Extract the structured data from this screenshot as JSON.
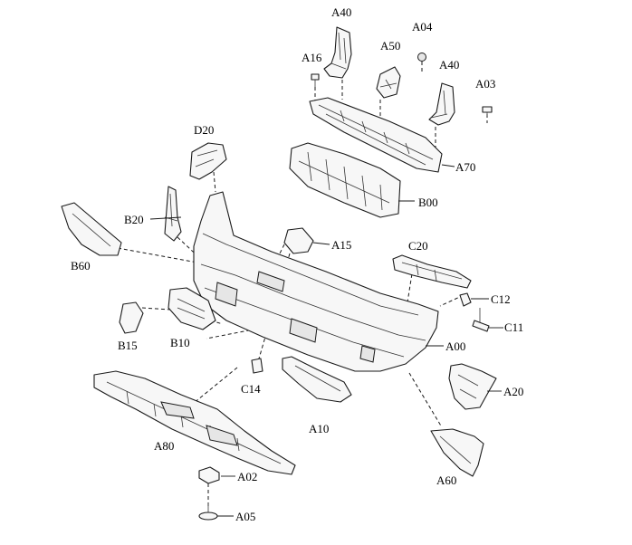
{
  "labels": {
    "A40_top": "A40",
    "A04": "A04",
    "A16": "A16",
    "A50": "A50",
    "A40_right": "A40",
    "A03": "A03",
    "D20": "D20",
    "A70": "A70",
    "B00": "B00",
    "B20": "B20",
    "B60": "B60",
    "A15": "A15",
    "C20": "C20",
    "C12": "C12",
    "C11": "C11",
    "B15": "B15",
    "B10": "B10",
    "A00": "A00",
    "C14": "C14",
    "A20": "A20",
    "A10": "A10",
    "A80": "A80",
    "A02": "A02",
    "A60": "A60",
    "A05": "A05"
  }
}
